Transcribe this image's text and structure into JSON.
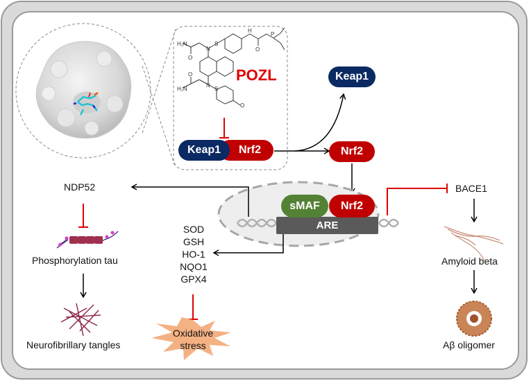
{
  "title": "POZL Keap1-Nrf2 pathway in Alzheimer's disease",
  "compound": {
    "name": "POZL",
    "color": "#e00000"
  },
  "complex": {
    "keap1": "Keap1",
    "nrf2": "Nrf2"
  },
  "released": {
    "keap1": "Keap1",
    "nrf2": "Nrf2"
  },
  "nucleus": {
    "smaf": "sMAF",
    "nrf2": "Nrf2",
    "are": "ARE"
  },
  "left_branch": {
    "ndp52": "NDP52",
    "tau": "Phosphorylation tau",
    "tangles": "Neurofibrillary tangles"
  },
  "middle_branch": {
    "enzymes": [
      "SOD",
      "GSH",
      "HO-1",
      "NQO1",
      "GPX4"
    ],
    "stress_line1": "Oxidative",
    "stress_line2": "stress"
  },
  "right_branch": {
    "bace1": "BACE1",
    "amyloid": "Amyloid beta",
    "oligomer": "Aβ oligomer"
  },
  "colors": {
    "keap1": "#0b2a63",
    "nrf2": "#c00000",
    "smaf": "#548235",
    "are": "#5a5a5a",
    "inhibition": "#e00000",
    "stress_burst": "#f4b183",
    "tau": "#a0304f",
    "amyloid": "#b5654a",
    "oligomer": "#c0703a"
  }
}
